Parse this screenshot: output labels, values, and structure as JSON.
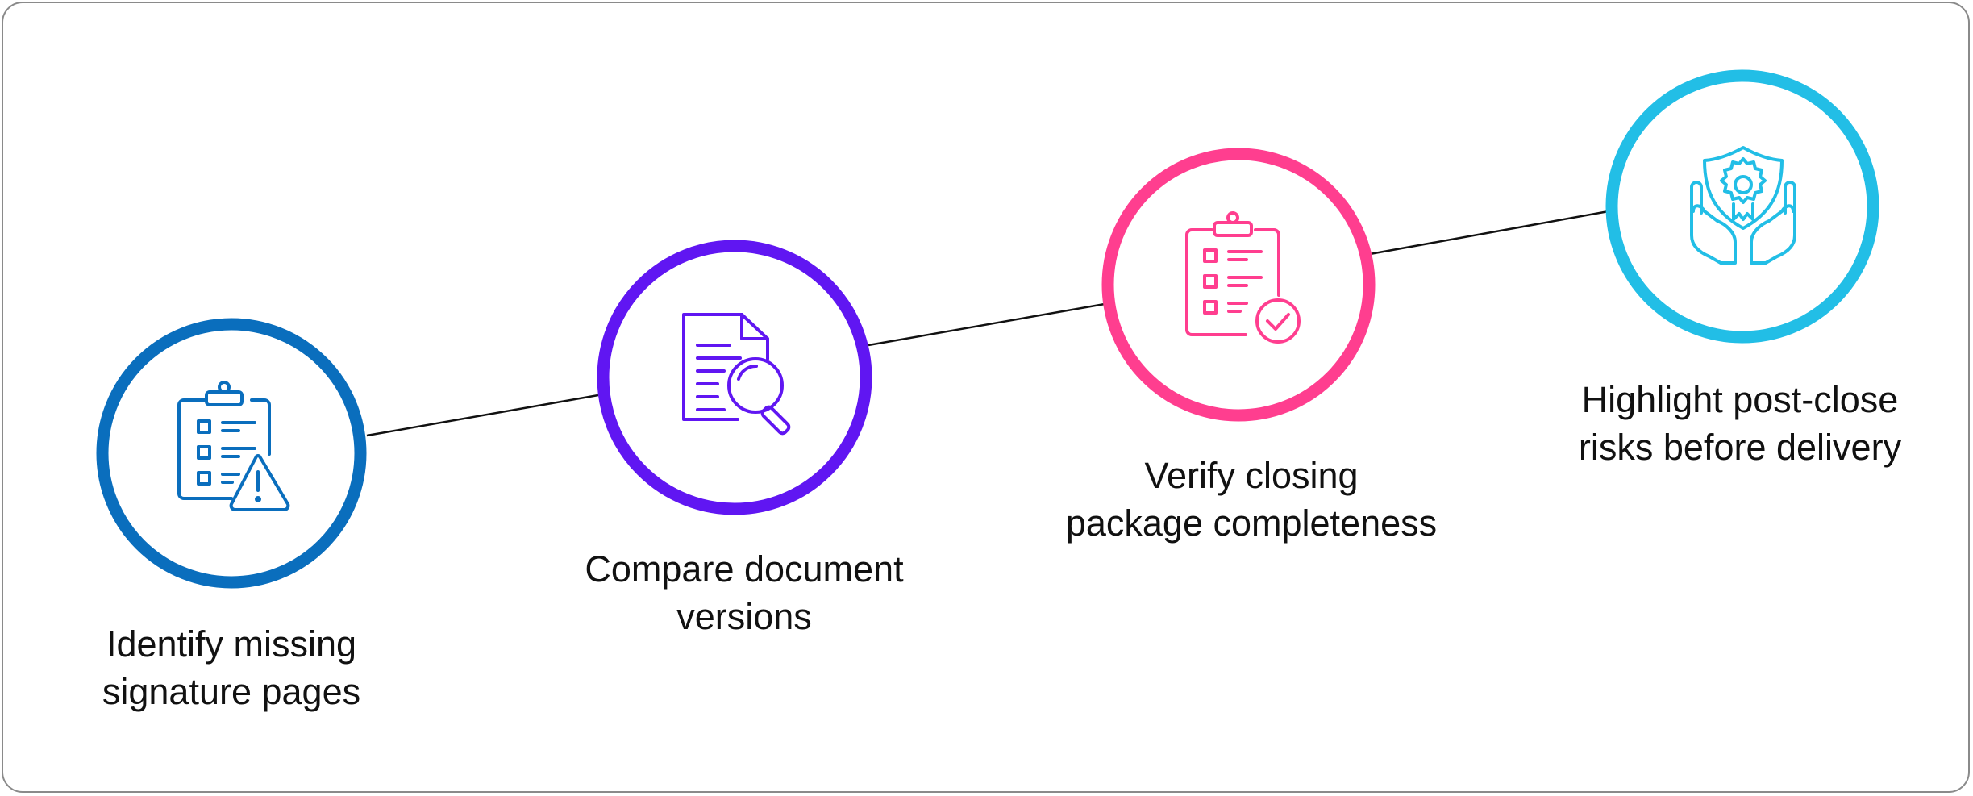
{
  "steps": [
    {
      "id": "identify",
      "icon": "clipboard-warning-icon",
      "color": "#0A6EBD",
      "lines": [
        "Identify missing",
        "signature pages"
      ]
    },
    {
      "id": "compare",
      "icon": "document-search-icon",
      "color": "#6016F2",
      "lines": [
        "Compare document",
        "versions"
      ]
    },
    {
      "id": "verify",
      "icon": "clipboard-check-icon",
      "color": "#FF3E8F",
      "lines": [
        "Verify closing",
        "package completeness"
      ]
    },
    {
      "id": "highlight",
      "icon": "shield-hands-icon",
      "color": "#22BEE6",
      "lines": [
        "Highlight post-close",
        "risks before delivery"
      ]
    }
  ],
  "connector_color": "#111111"
}
